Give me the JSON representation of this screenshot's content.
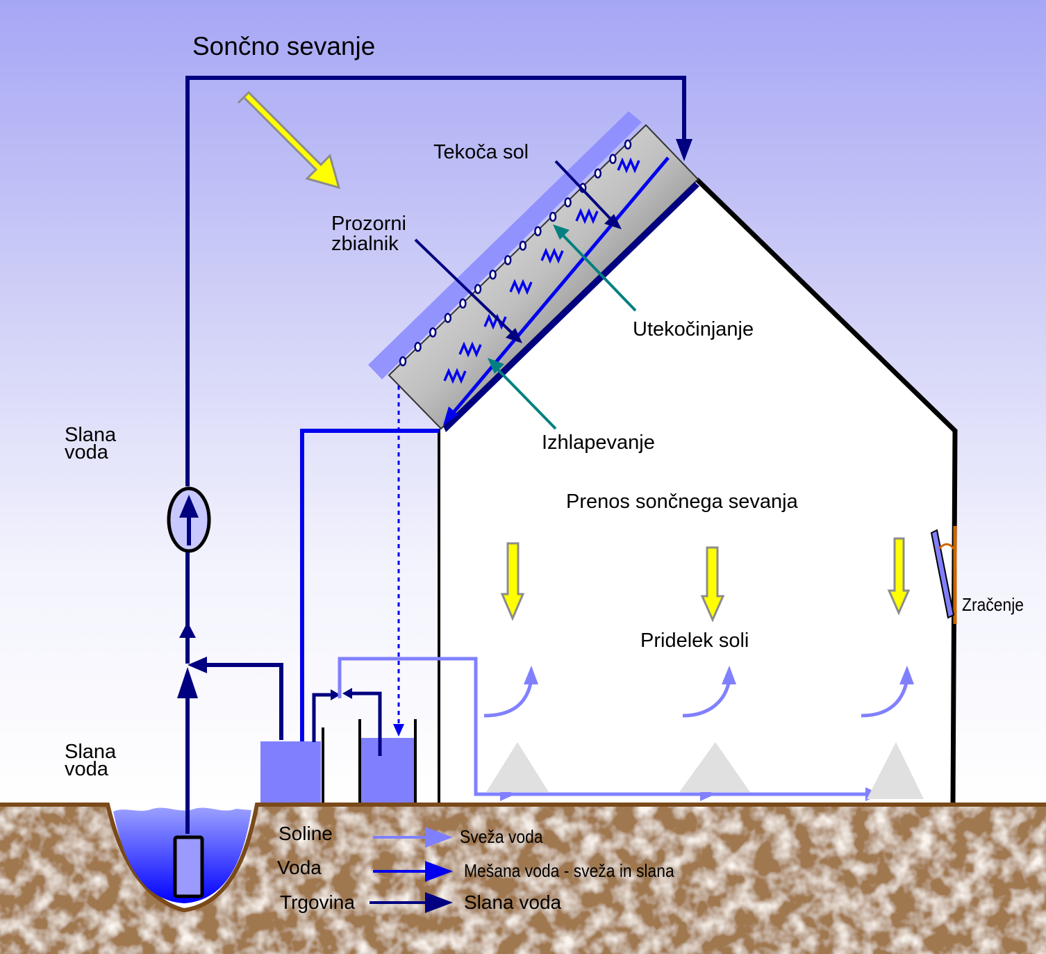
{
  "title": "Sončno sevanje",
  "labels": {
    "liquid_salt": "Tekoča sol",
    "window_collector_line1": "Prozorni",
    "window_collector_line2": "zbialnik",
    "condensation": "Utekočinjanje",
    "evaporation": "Izhlapevanje",
    "solar_transfer": "Prenos sončnega sevanja",
    "salt_yield": "Pridelek soli",
    "radiation": "Zračenje",
    "salt_water_upper_line1": "Slana",
    "salt_water_upper_line2": "voda",
    "salt_water_lower_line1": "Slana",
    "salt_water_lower_line2": "voda"
  },
  "legend": {
    "left_words": [
      "Soline",
      "Voda",
      "Trgovina"
    ],
    "items": [
      {
        "label": "Sveža voda",
        "color": "#8080ff"
      },
      {
        "label": "Mešana voda - sveža in slana",
        "color": "#0000ee"
      },
      {
        "label": "Slana voda",
        "color": "#000080"
      }
    ]
  },
  "colors": {
    "sky_top": "#a6a6f6",
    "salt_water": "#000080",
    "mixed_water": "#0000ee",
    "fresh_water": "#8080ff",
    "sun_arrow": "#ffff00",
    "ground": "#a0784f",
    "ground_edge": "#7a4a1a"
  }
}
